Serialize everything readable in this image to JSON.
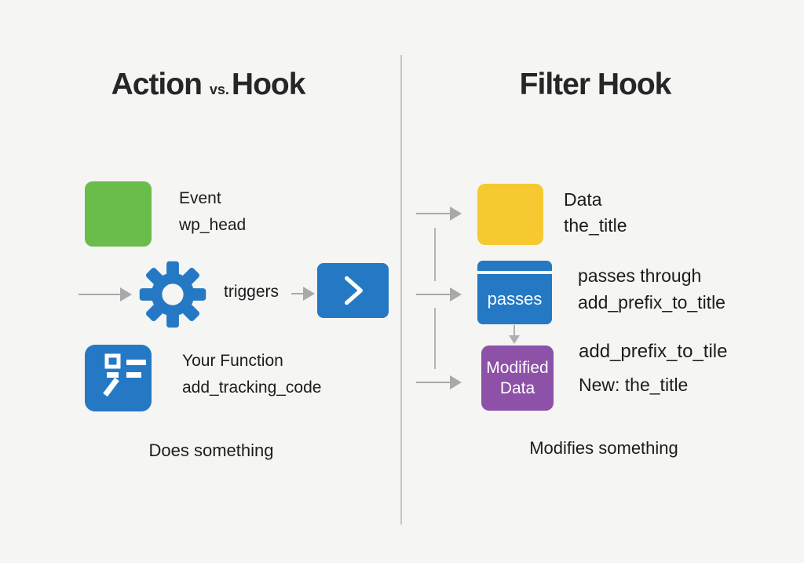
{
  "left": {
    "title_action": "Action",
    "title_vs": "vs.",
    "title_hook": "Hook",
    "event_label": "Event",
    "event_code": "wp_head",
    "triggers_label": "triggers",
    "function_label": "Your Function",
    "function_code": "add_tracking_code",
    "caption": "Does something"
  },
  "right": {
    "title": "Filter Hook",
    "data_label": "Data",
    "data_code": "the_title",
    "passes_box_label": "passes",
    "passes_label": "passes through",
    "passes_code": "add_prefix_to_title",
    "modified_box_line1": "Modified",
    "modified_box_line2": "Data",
    "modified_label": "add_prefix_to_tile",
    "modified_code": "New: the_title",
    "caption": "Modifies something"
  },
  "icons": {
    "gear": "gear-icon",
    "chevron": "chevron-right-icon",
    "code": "code-function-icon",
    "arrow_right": "arrow-right-icon",
    "arrow_down": "arrow-down-icon"
  },
  "colors": {
    "background": "#f5f5f3",
    "event_green": "#6abc4b",
    "data_yellow": "#f6c930",
    "hook_blue": "#2579c4",
    "modified_purple": "#8d51a8",
    "arrow_gray": "#a9a9a9",
    "divider_gray": "#c7c7c7",
    "text_dark": "#1c1c1c"
  }
}
